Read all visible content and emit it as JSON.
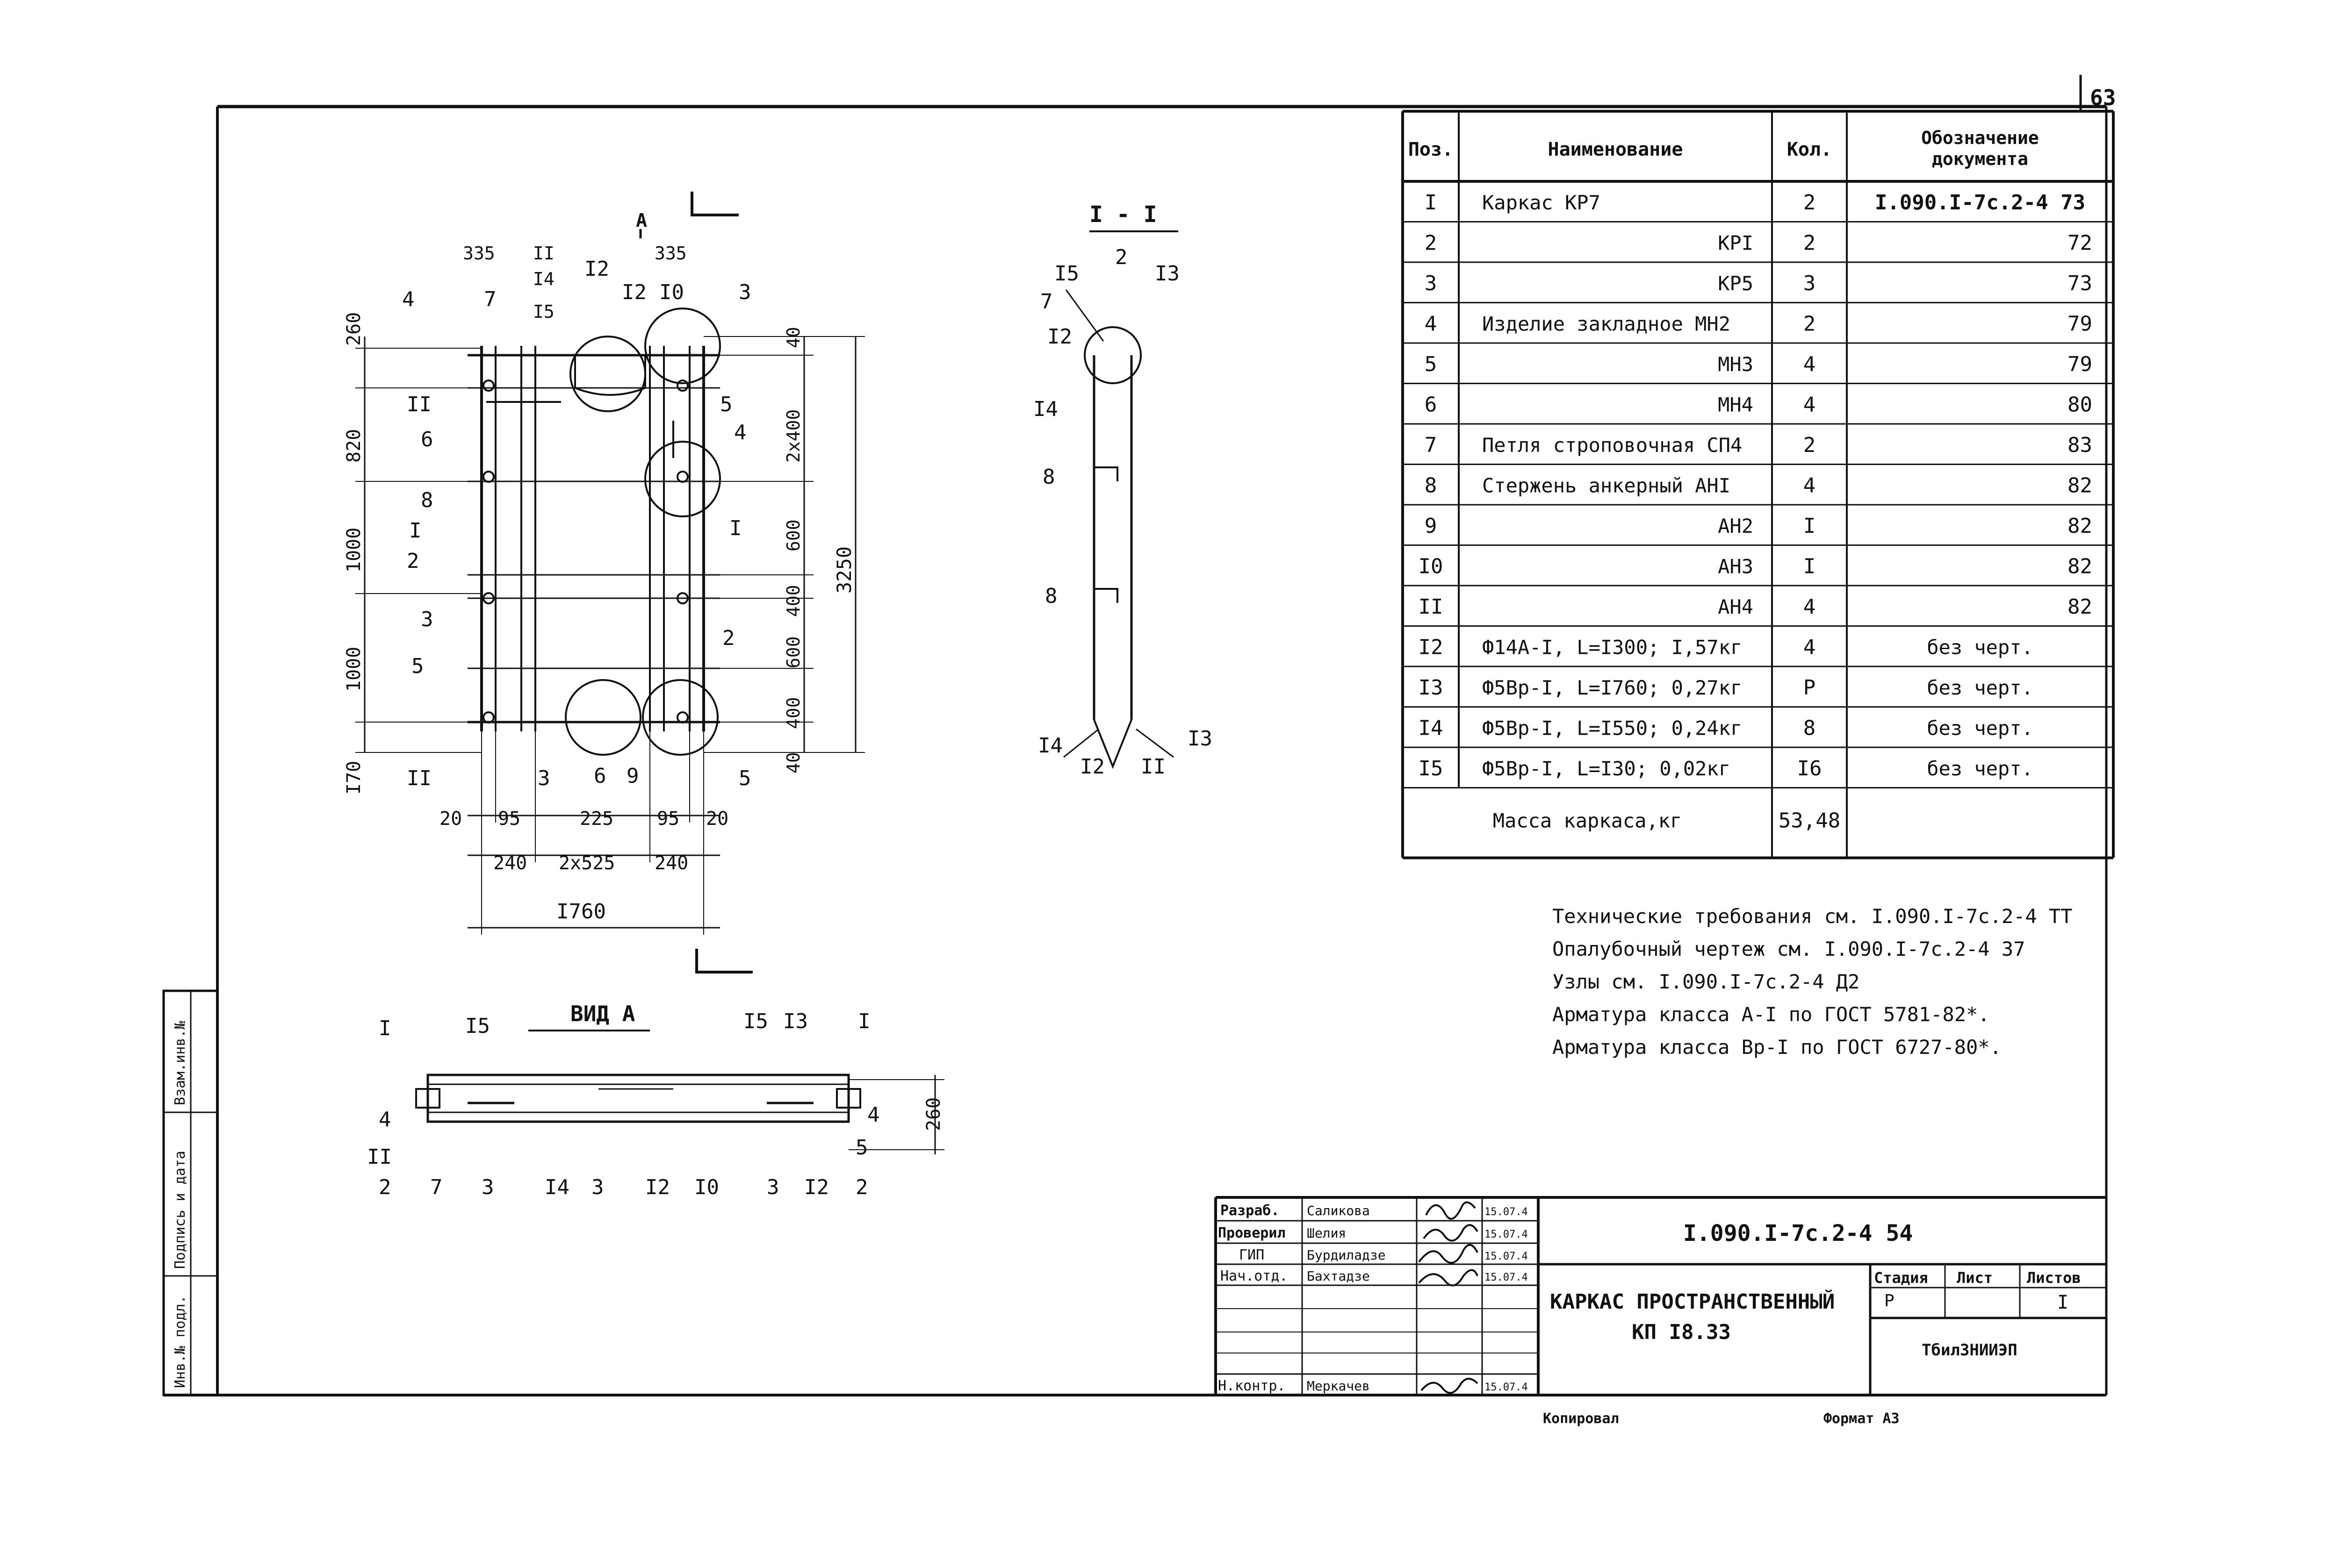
{
  "page_number": "63",
  "spec_table": {
    "headers": [
      "Поз.",
      "Наименование",
      "Кол.",
      "Обозначение документа"
    ],
    "rows": [
      {
        "pos": "I",
        "name": "Каркас КР7",
        "qty": "2",
        "doc": "I.090.I-7с.2-4 73"
      },
      {
        "pos": "2",
        "name": "КРI",
        "qty": "2",
        "doc": "72"
      },
      {
        "pos": "3",
        "name": "КР5",
        "qty": "3",
        "doc": "73"
      },
      {
        "pos": "4",
        "name": "Изделие закладное МН2",
        "qty": "2",
        "doc": "79"
      },
      {
        "pos": "5",
        "name": "МН3",
        "qty": "4",
        "doc": "79"
      },
      {
        "pos": "6",
        "name": "МН4",
        "qty": "4",
        "doc": "80"
      },
      {
        "pos": "7",
        "name": "Петля строповочная СП4",
        "qty": "2",
        "doc": "83"
      },
      {
        "pos": "8",
        "name": "Стержень анкерный АНI",
        "qty": "4",
        "doc": "82"
      },
      {
        "pos": "9",
        "name": "АН2",
        "qty": "I",
        "doc": "82"
      },
      {
        "pos": "I0",
        "name": "АН3",
        "qty": "I",
        "doc": "82"
      },
      {
        "pos": "II",
        "name": "АН4",
        "qty": "4",
        "doc": "82"
      },
      {
        "pos": "I2",
        "name": "Ф14А-I, L=I300; I,57кг",
        "qty": "4",
        "doc": "без черт."
      },
      {
        "pos": "I3",
        "name": "Ф5Вр-I, L=I760; 0,27кг",
        "qty": "Р",
        "doc": "без черт."
      },
      {
        "pos": "I4",
        "name": "Ф5Вр-I, L=I550; 0,24кг",
        "qty": "8",
        "doc": "без черт."
      },
      {
        "pos": "I5",
        "name": "Ф5Вр-I, L=I30; 0,02кг",
        "qty": "I6",
        "doc": "без черт."
      }
    ],
    "mass_label": "Масса каркаса,кг",
    "mass_value": "53,48"
  },
  "notes": [
    "Технические требования см. I.090.I-7с.2-4 ТТ",
    "Опалубочный чертеж см. I.090.I-7с.2-4 37",
    "Узлы см. I.090.I-7с.2-4 Д2",
    "Арматура класса А-I по ГОСТ 5781-82*.",
    "Арматура класса Вр-I по ГОСТ 6727-80*."
  ],
  "title_block": {
    "doc_code": "I.090.I-7с.2-4 54",
    "title_line1": "КАРКАС ПРОСТРАНСТВЕННЫЙ",
    "title_line2": "КП I8.33",
    "stage_label": "Стадия",
    "sheet_label": "Лист",
    "sheets_label": "Листов",
    "stage_value": "Р",
    "sheets_value": "I",
    "organization": "ТбилЗНИИЭП",
    "signers": [
      {
        "role": "Разраб.",
        "name": "Саликова",
        "date": "15.07.4"
      },
      {
        "role": "Проверил",
        "name": "Шелия",
        "date": "15.07.4"
      },
      {
        "role": "ГИП",
        "name": "Бурдиладзе",
        "date": "15.07.4"
      },
      {
        "role": "Нач.отд.",
        "name": "Бахтадзе",
        "date": "15.07.4"
      },
      {
        "role": "Н.контр.",
        "name": "Меркачев",
        "date": "15.07.4"
      }
    ]
  },
  "footer": {
    "copied": "Копировал",
    "format": "Формат А3"
  },
  "side_stamp": {
    "col1": "Инв.№ подл.",
    "col2": "Подпись и дата",
    "col3": "Взам.инв.№"
  },
  "views": {
    "section_title": "I - I",
    "view_a_title": "ВИД А",
    "section_marker": "А",
    "plan_dims": {
      "left_vertical": [
        "260",
        "820",
        "1000",
        "1000",
        "I70"
      ],
      "right_vertical": [
        "40",
        "2х400",
        "600",
        "400",
        "600",
        "400",
        "40"
      ],
      "overall_height": "3250",
      "top_labels": [
        "335",
        "335",
        "II",
        "I4",
        "I5"
      ],
      "bottom_small": [
        "20",
        "95",
        "225",
        "95",
        "20"
      ],
      "bottom_mid": [
        "240",
        "2х525",
        "240"
      ],
      "overall_width": "I760"
    },
    "plan_callouts": [
      "4",
      "7",
      "I2",
      "I2",
      "I0",
      "3",
      "II",
      "6",
      "8",
      "I",
      "2",
      "3",
      "5",
      "II",
      "5",
      "4",
      "I",
      "2",
      "3",
      "6",
      "9",
      "5"
    ],
    "section_callouts": [
      "I5",
      "2",
      "I3",
      "7",
      "I2",
      "I4",
      "8",
      "8",
      "I4",
      "I2",
      "II",
      "I3"
    ],
    "viewa_callouts": [
      "I",
      "I5",
      "I5",
      "I3",
      "I",
      "4",
      "II",
      "2",
      "7",
      "3",
      "I4",
      "3",
      "I2",
      "I0",
      "3",
      "I2",
      "2",
      "5",
      "4"
    ],
    "viewa_height": "260"
  }
}
